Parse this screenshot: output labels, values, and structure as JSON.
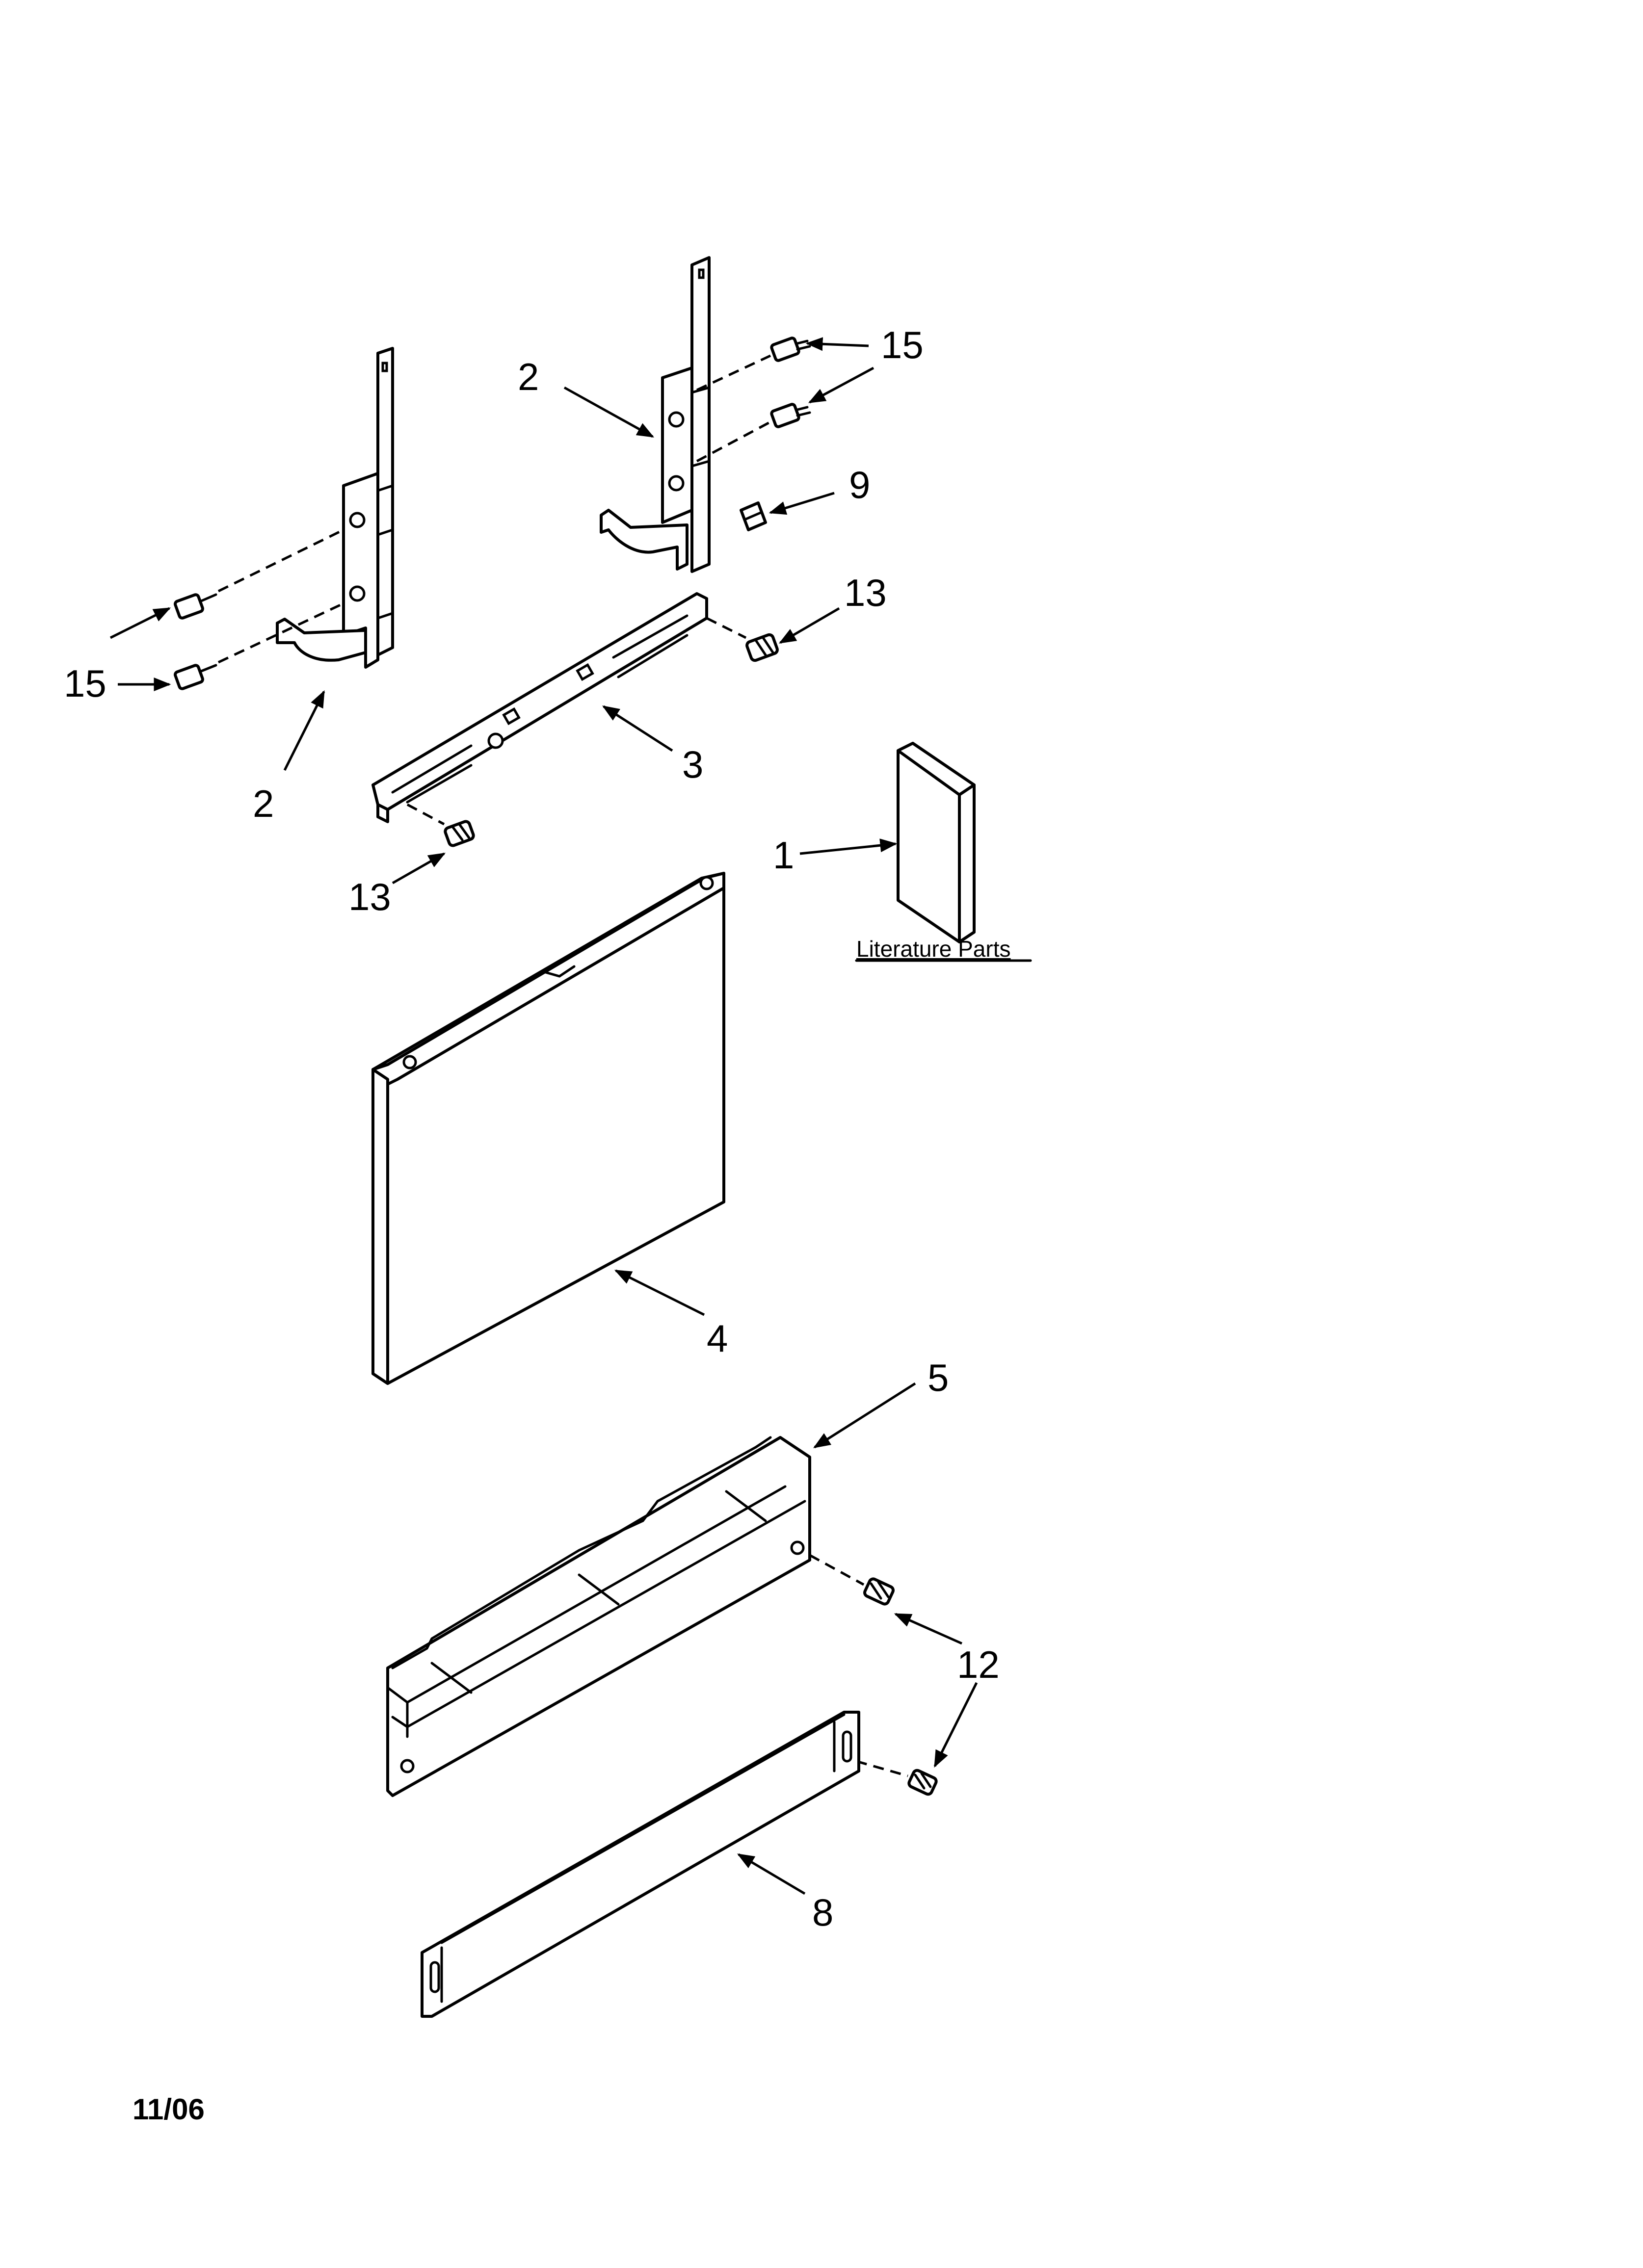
{
  "callouts": {
    "c15_right": "15",
    "c2_top": "2",
    "c9": "9",
    "c13_right": "13",
    "c15_left": "15",
    "c2_bottom": "2",
    "c3": "3",
    "c13_left": "13",
    "c1": "1",
    "c4": "4",
    "c5": "5",
    "c12": "12",
    "c8": "8"
  },
  "literature_label": "Literature Parts",
  "date_code": "11/06",
  "colors": {
    "line": "#000000",
    "background": "#ffffff"
  }
}
